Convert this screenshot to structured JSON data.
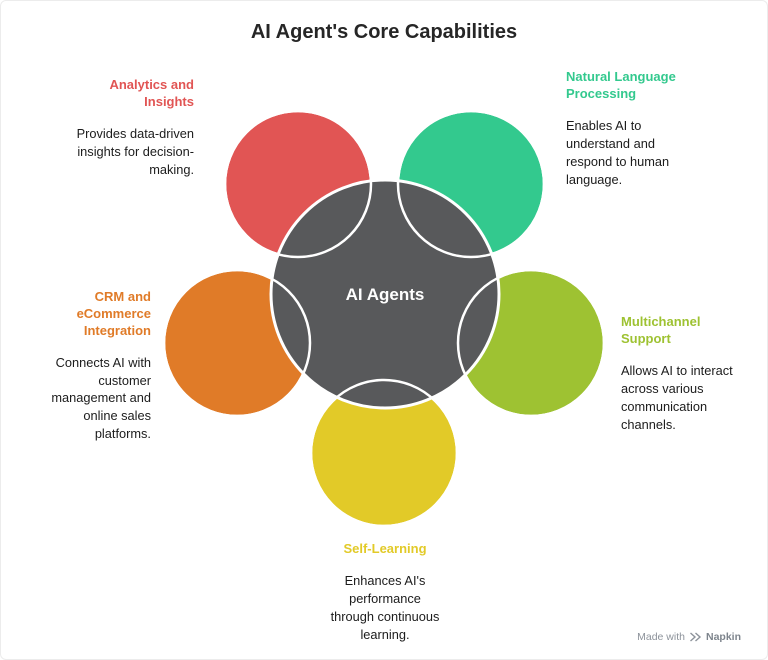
{
  "page": {
    "title": "AI Agent's Core Capabilities"
  },
  "center": {
    "label": "AI Agents",
    "color": "#58595b"
  },
  "capabilities": [
    {
      "id": "analytics",
      "label": "Analytics and\nInsights",
      "description": "Provides data-driven\ninsights for decision-\nmaking.",
      "color": "#e15554"
    },
    {
      "id": "natural-language-processing",
      "label": "Natural Language\nProcessing",
      "description": "Enables AI to\nunderstand and\nrespond to human\nlanguage.",
      "color": "#33c98e"
    },
    {
      "id": "crm-ecommerce",
      "label": "CRM and\neCommerce\nIntegration",
      "description": "Connects AI with\ncustomer\nmanagement and\nonline sales\nplatforms.",
      "color": "#e07b28"
    },
    {
      "id": "multichannel-support",
      "label": "Multichannel\nSupport",
      "description": "Allows AI to interact\nacross various\ncommunication\nchannels.",
      "color": "#9ec232"
    },
    {
      "id": "self-learning",
      "label": "Self-Learning",
      "description": "Enhances AI's\nperformance\nthrough continuous\nlearning.",
      "color": "#e2ca28"
    }
  ],
  "watermark": {
    "prefix": "Made with",
    "brand": "Napkin"
  }
}
